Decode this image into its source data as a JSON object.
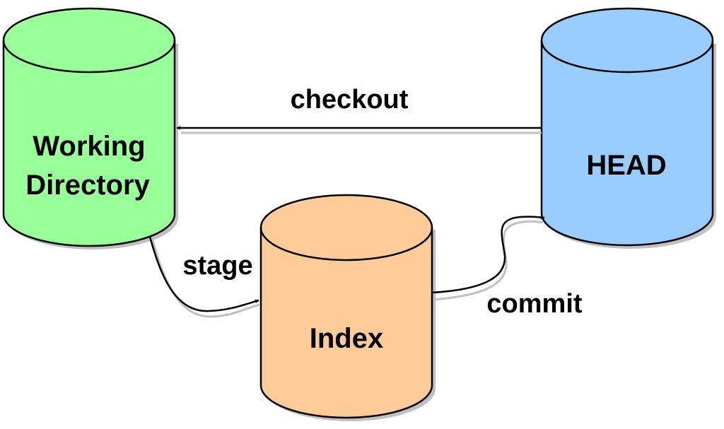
{
  "diagram": {
    "title": "Git three trees",
    "nodes": {
      "working_directory": {
        "line1": "Working",
        "line2": "Directory",
        "color": "#99ff99"
      },
      "index": {
        "label": "Index",
        "color": "#ffcc99"
      },
      "head": {
        "label": "HEAD",
        "color": "#99ccff"
      }
    },
    "edges": {
      "checkout": {
        "label": "checkout",
        "from": "HEAD",
        "to": "Working Directory"
      },
      "stage": {
        "label": "stage",
        "from": "Working Directory",
        "to": "Index"
      },
      "commit": {
        "label": "commit",
        "from": "Index",
        "to": "HEAD"
      }
    },
    "shadow_color": "#c0c0c0",
    "stroke_color": "#000000"
  }
}
